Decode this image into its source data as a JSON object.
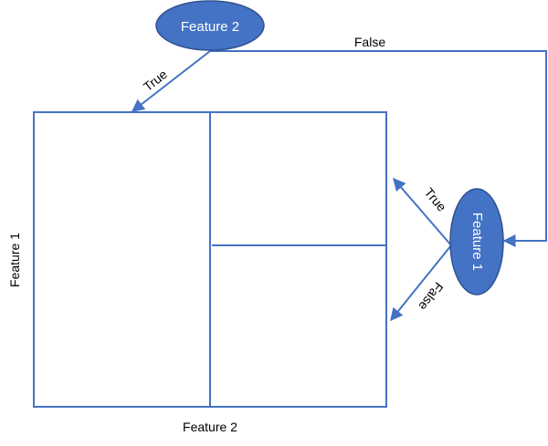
{
  "colors": {
    "line": "#4472C4",
    "node_fill": "#4472C4",
    "node_stroke": "#2F528F",
    "node_text": "#FFFFFF",
    "text": "#000000"
  },
  "nodes": {
    "top": {
      "label": "Feature 2"
    },
    "right": {
      "label": "Feature 1"
    }
  },
  "edges": {
    "top_true": "True",
    "top_false": "False",
    "right_true": "True",
    "right_false": "False"
  },
  "axes": {
    "x_label": "Feature 2",
    "y_label": "Feature 1"
  }
}
